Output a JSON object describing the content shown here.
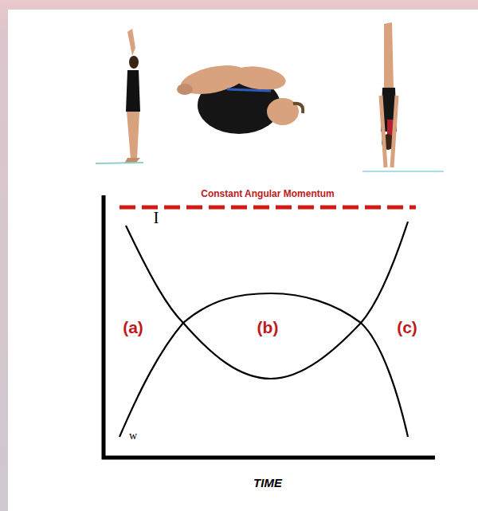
{
  "diagram": {
    "labels": [
      "Constant Angular Momentum",
      "I",
      "(a)",
      "(b)",
      "(c)",
      "w",
      "TIME"
    ]
  }
}
